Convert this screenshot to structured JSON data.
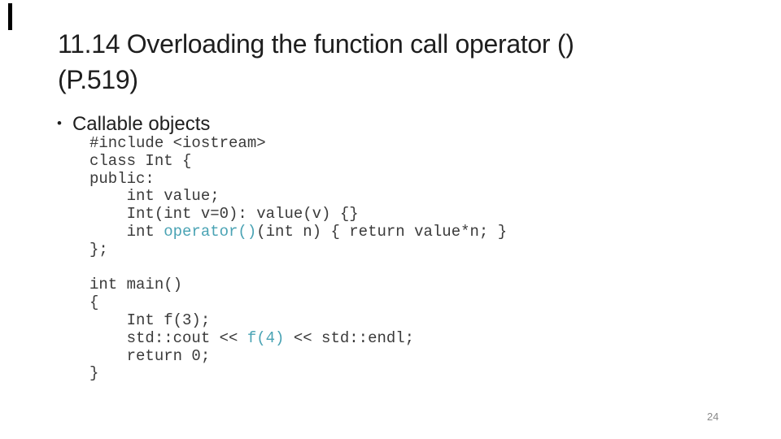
{
  "slide": {
    "title": {
      "line1": "11.14 Overloading the function call operator ()",
      "line2": "(P.519)"
    },
    "bullet": {
      "dot": "•",
      "label": "Callable objects"
    },
    "page_number": "24"
  },
  "colors": {
    "title_text": "#1e1e1e",
    "body_text": "#1e1e1e",
    "code_text": "#3a3a3a",
    "code_highlight": "#4aa3b4",
    "page_number_text": "#8a8a8a",
    "corner_bar": "#000000",
    "background": "#ffffff"
  },
  "code": {
    "lines": [
      [
        [
          "plain",
          "#include <iostream>"
        ]
      ],
      [
        [
          "plain",
          "class Int {"
        ]
      ],
      [
        [
          "plain",
          "public:"
        ]
      ],
      [
        [
          "plain",
          "    int value;"
        ]
      ],
      [
        [
          "plain",
          "    Int(int v=0): value(v) {}"
        ]
      ],
      [
        [
          "plain",
          "    int "
        ],
        [
          "teal",
          "operator()"
        ],
        [
          "plain",
          "(int n) { return value*n; }"
        ]
      ],
      [
        [
          "plain",
          "};"
        ]
      ],
      [
        [
          "plain",
          ""
        ]
      ],
      [
        [
          "plain",
          "int main()"
        ]
      ],
      [
        [
          "plain",
          "{"
        ]
      ],
      [
        [
          "plain",
          "    Int f(3);"
        ]
      ],
      [
        [
          "plain",
          "    std::cout << "
        ],
        [
          "teal",
          "f(4)"
        ],
        [
          "plain",
          " << std::endl;"
        ]
      ],
      [
        [
          "plain",
          "    return 0;"
        ]
      ],
      [
        [
          "plain",
          "}"
        ]
      ]
    ]
  }
}
